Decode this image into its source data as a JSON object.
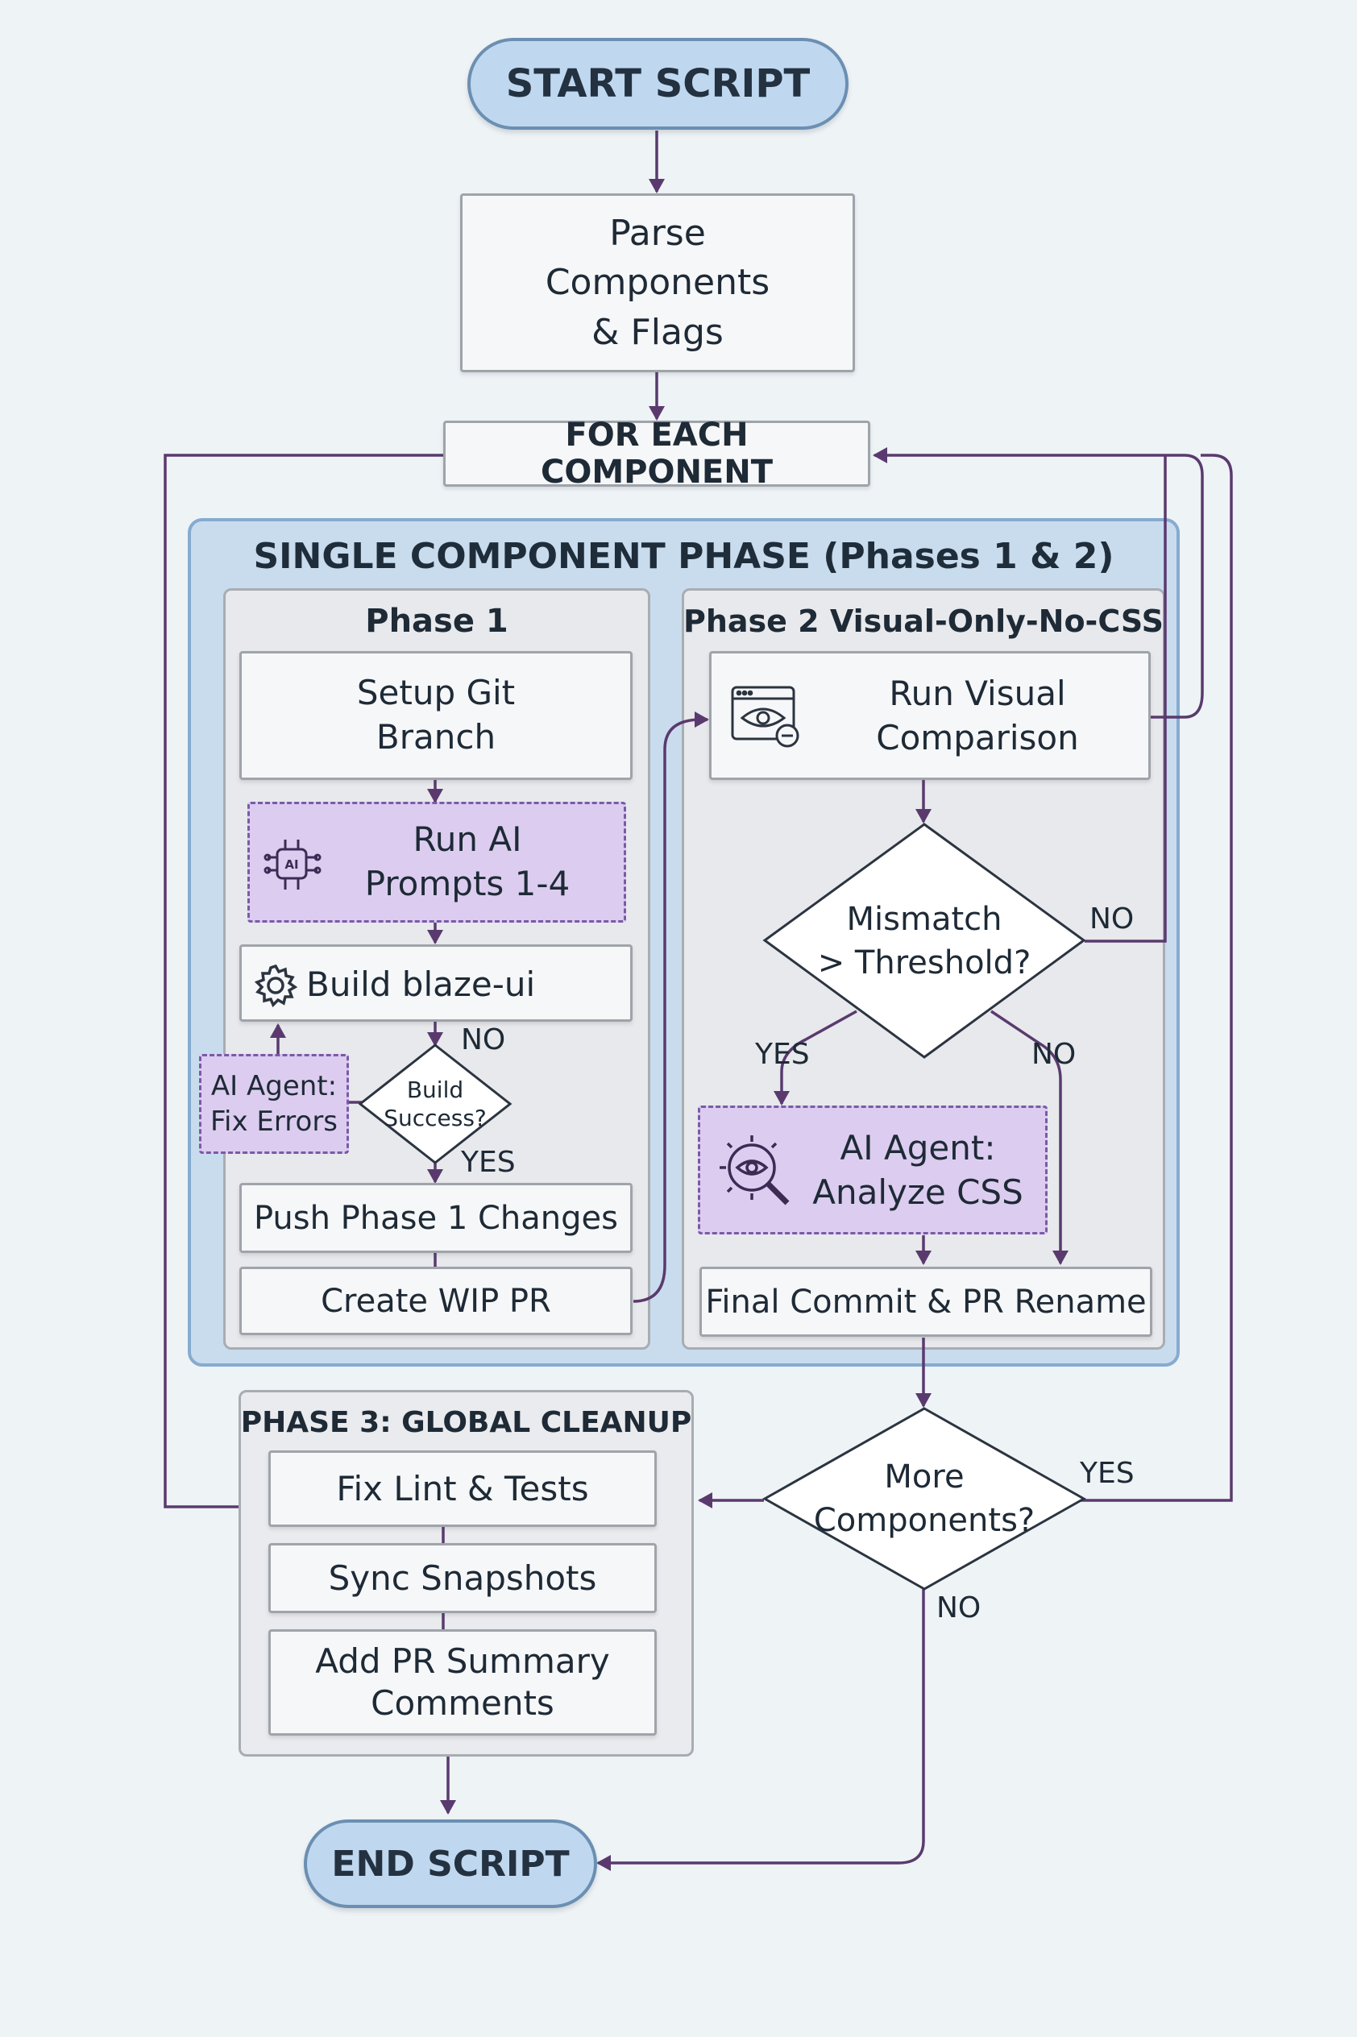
{
  "start": "START SCRIPT",
  "parse": "Parse\nComponents\n& Flags",
  "for_each": "FOR EACH COMPONENT",
  "single_phase_title": "SINGLE COMPONENT PHASE (Phases 1 & 2)",
  "phase1": {
    "title": "Phase 1",
    "setup": "Setup Git\nBranch",
    "run_ai": "Run AI\nPrompts 1-4",
    "build": "Build blaze-ui",
    "build_success": "Build\nSuccess?",
    "no_label": "NO",
    "yes_label": "YES",
    "fix_errors": "AI Agent:\nFix Errors",
    "push": "Push Phase 1 Changes",
    "create_pr": "Create WIP PR"
  },
  "phase2": {
    "title": "Phase 2 Visual-Only-No-CSS",
    "run_visual": "Run Visual\nComparison",
    "mismatch": "Mismatch\n> Threshold?",
    "no_right": "NO",
    "yes_label": "YES",
    "no_label": "NO",
    "analyze": "AI Agent:\nAnalyze CSS",
    "final": "Final Commit & PR Rename"
  },
  "phase3": {
    "title": "PHASE 3: GLOBAL CLEANUP",
    "fix_lint": "Fix Lint & Tests",
    "sync": "Sync Snapshots",
    "summary": "Add PR Summary\nComments"
  },
  "more": {
    "question": "More\nComponents?",
    "yes": "YES",
    "no": "NO"
  },
  "end": "END SCRIPT",
  "icons": {
    "ai_chip": "ai-chip-icon",
    "gear": "gear-icon",
    "visual": "browser-eye-icon",
    "inspect": "magnifier-eye-icon"
  },
  "colors": {
    "arrow": "#5a3a6e",
    "pill_fill": "#bfd8ef",
    "ai_fill": "#dccdf0",
    "group_fill": "#c9dcee"
  }
}
